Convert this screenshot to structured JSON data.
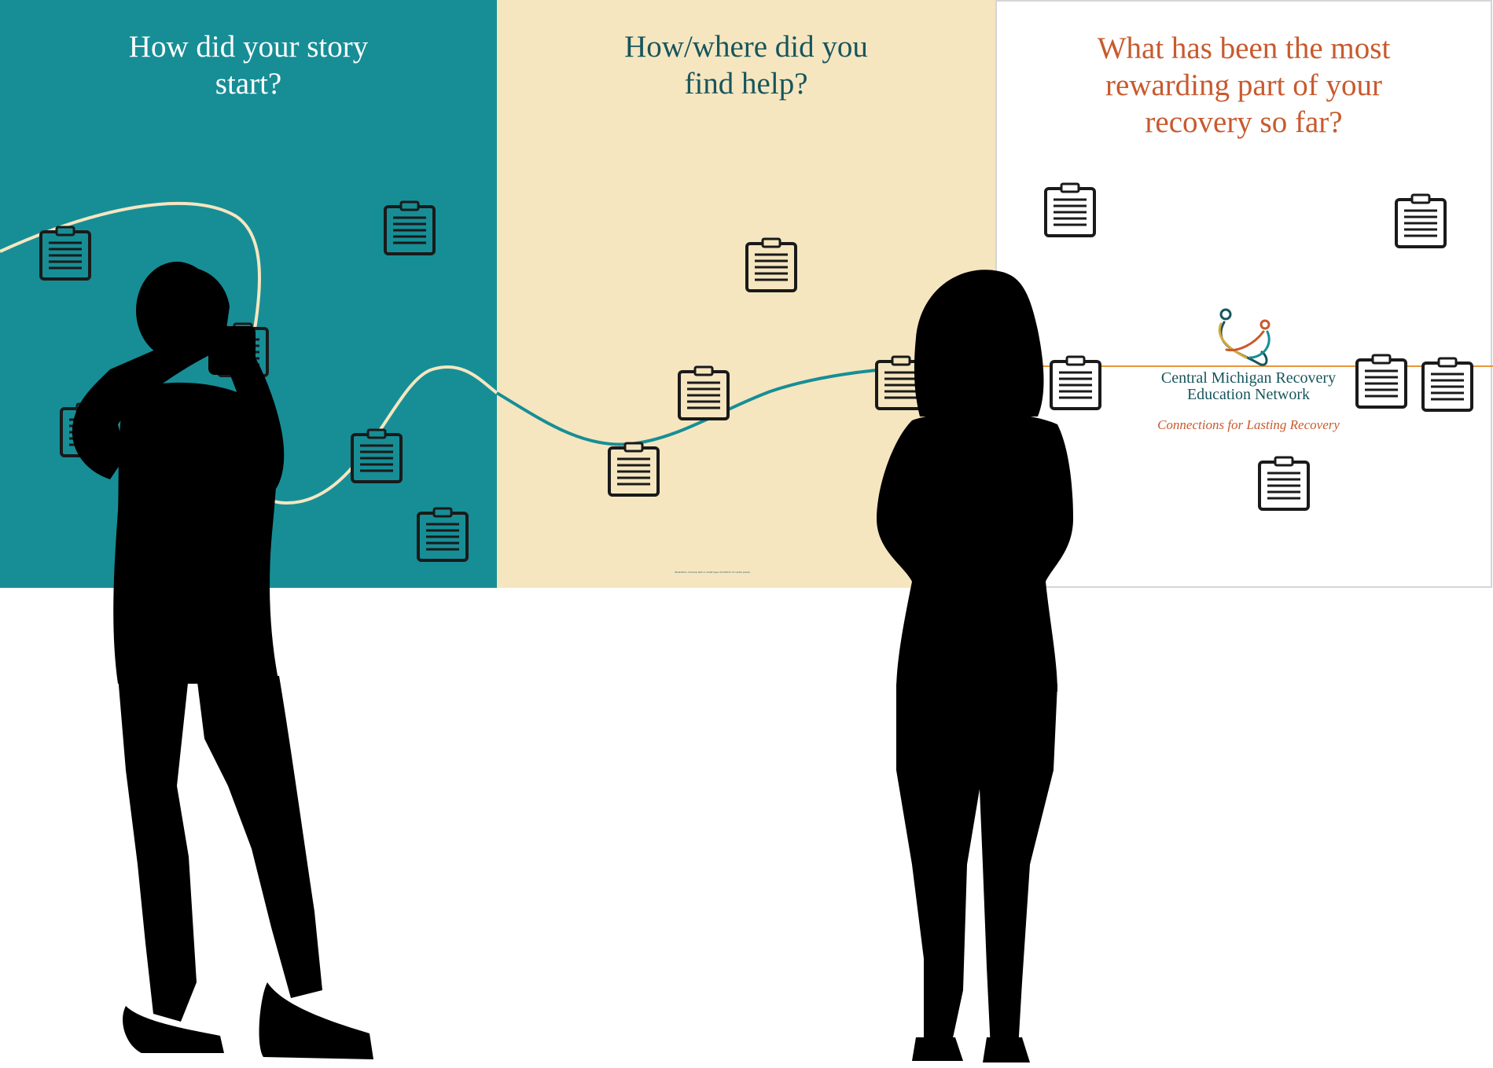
{
  "panels": [
    {
      "question": "How did your story start?",
      "background": "#178e96",
      "text_color": "#ffffff"
    },
    {
      "question": "How/where did you find help?",
      "background": "#f5e6c0",
      "text_color": "#17555c"
    },
    {
      "question": "What has been the most rewarding part of your recovery so far?",
      "background": "#ffffff",
      "text_color": "#c85a2e"
    }
  ],
  "logo": {
    "name_line1": "Central Michigan Recovery",
    "name_line2": "Education Network",
    "tagline": "Connections for Lasting Recovery",
    "name_color": "#17555c",
    "tagline_color": "#c85a2e"
  },
  "fine_print": "Illustration mockup text in small type at bottom of center panel.",
  "colors": {
    "silhouette": "#000000",
    "teal_line": "#178e96",
    "cream_line": "#f5e6c0",
    "orange_line": "#e8963a",
    "notepad_outline": "#1a1a1a"
  },
  "icons": [
    "clipboard-note-icon",
    "recovery-logo-icon"
  ]
}
